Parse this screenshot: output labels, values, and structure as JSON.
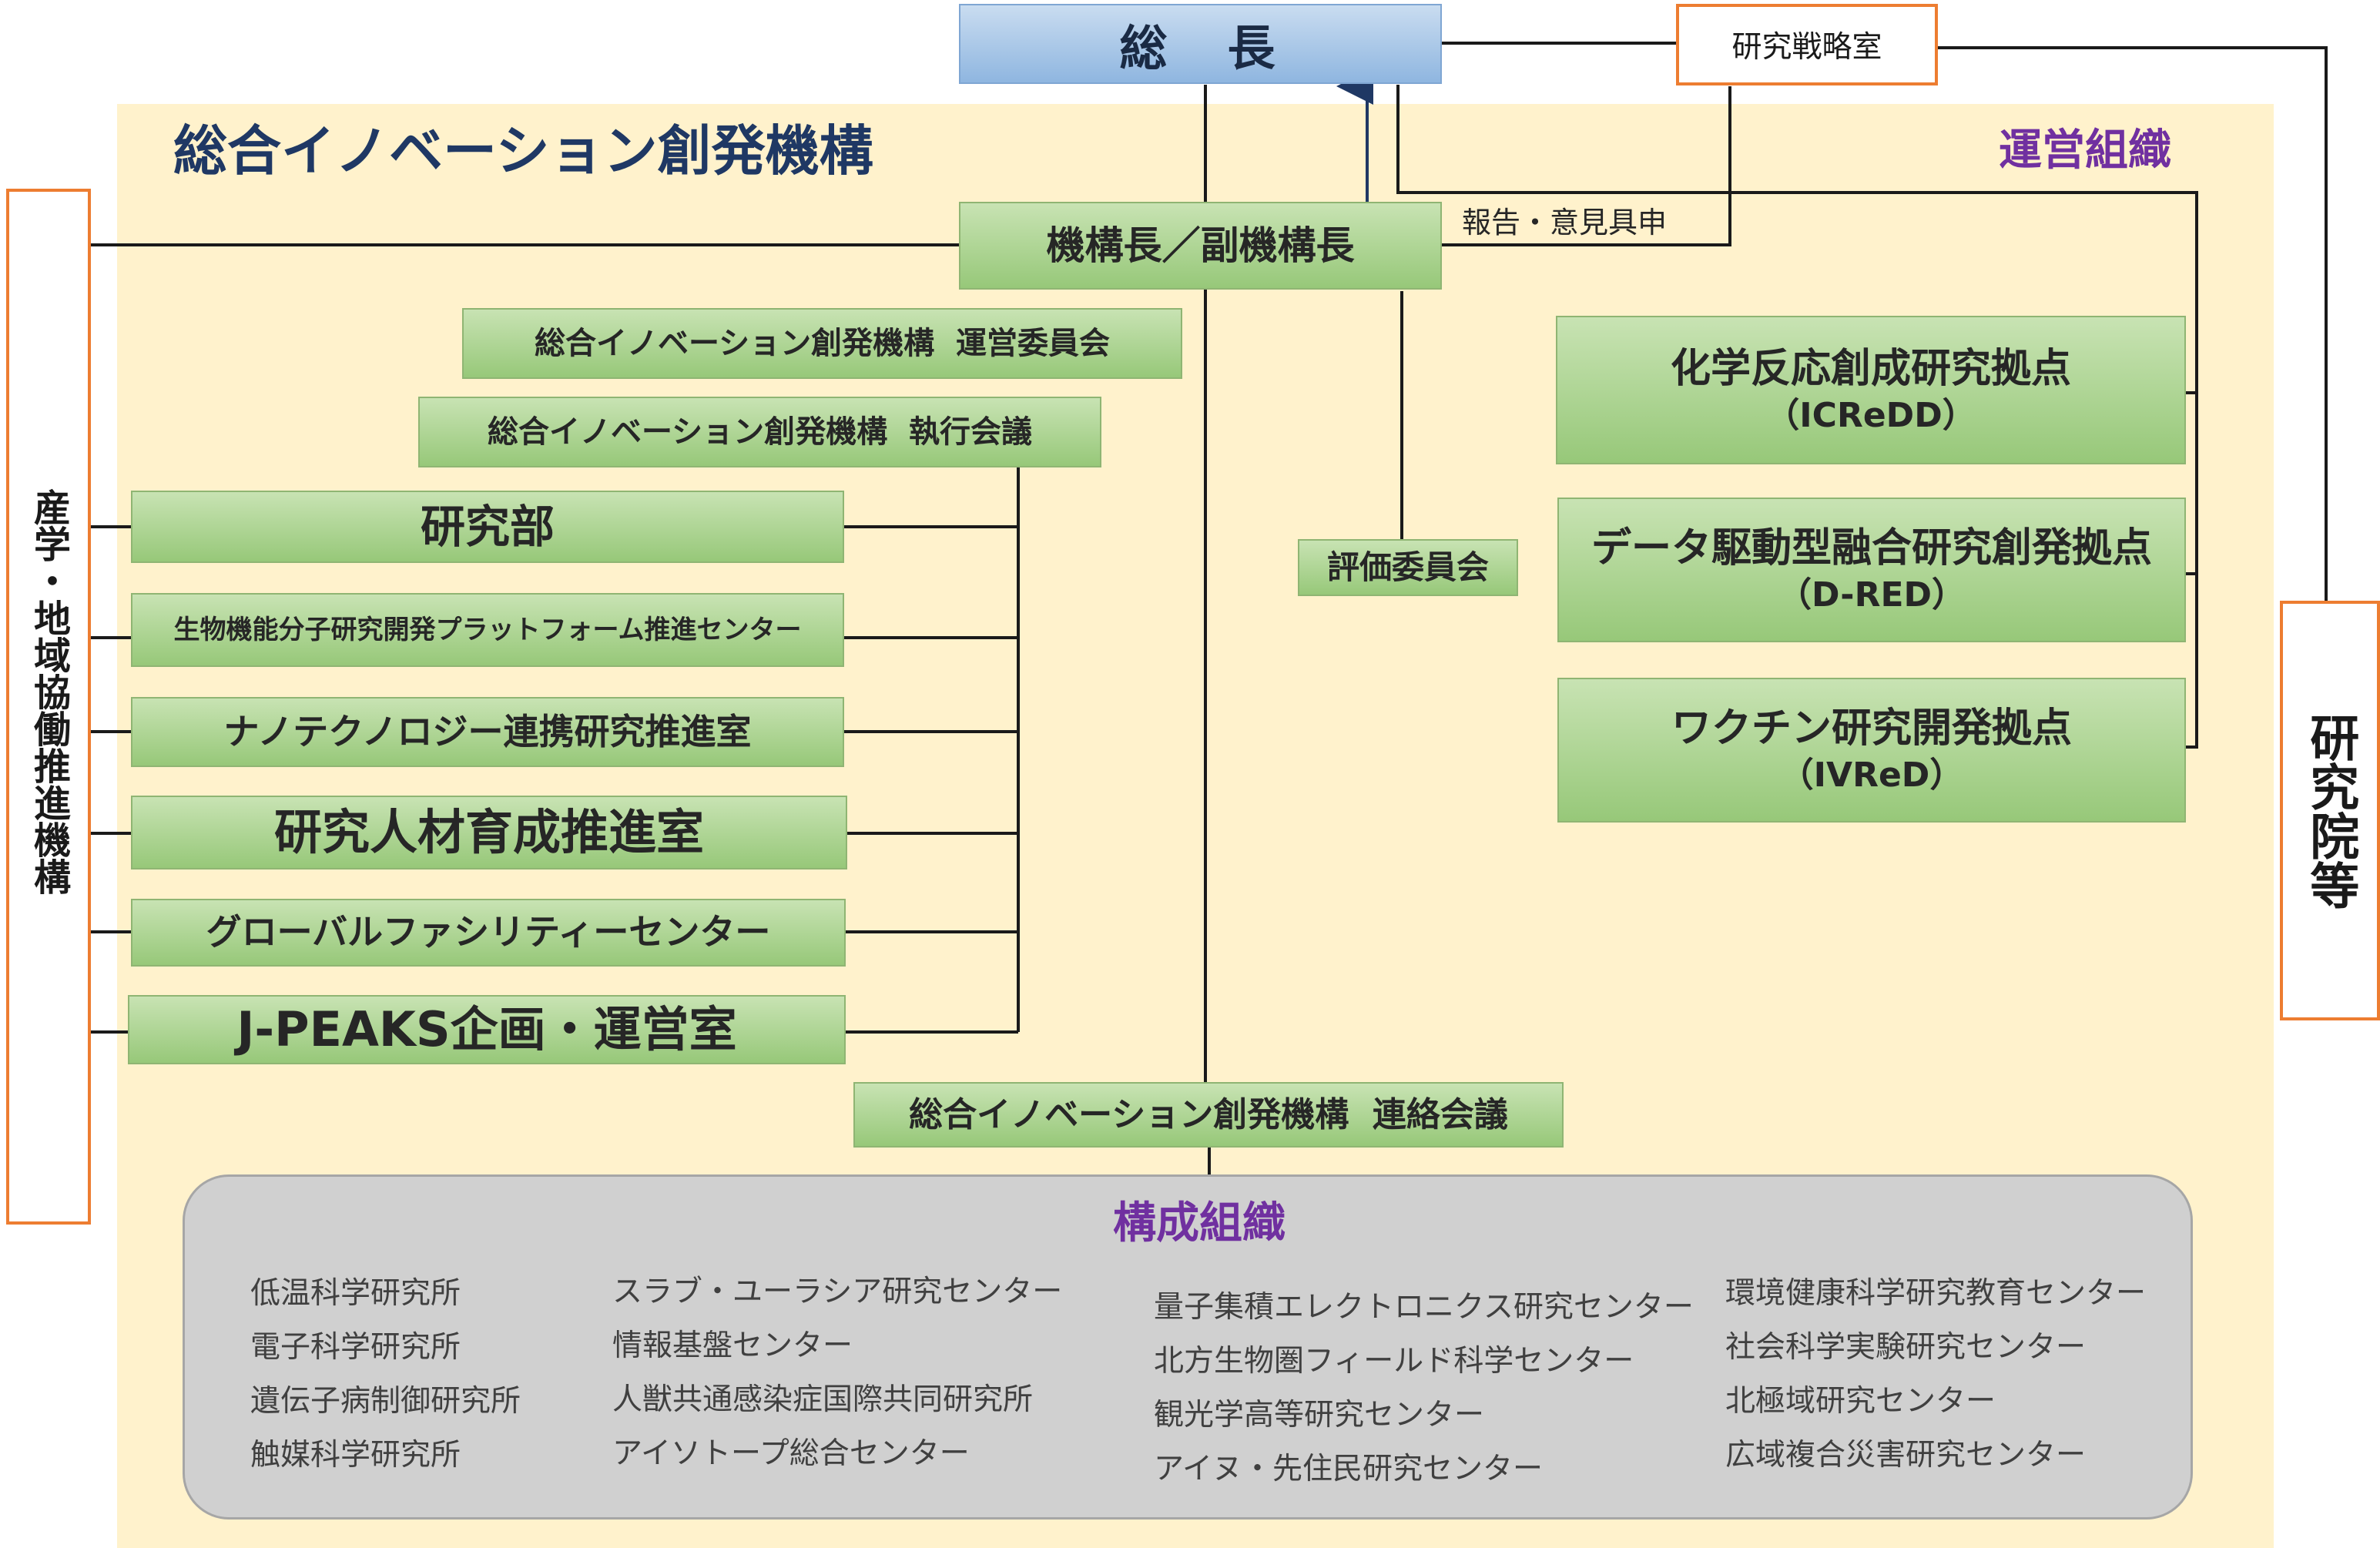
{
  "president": "総　長",
  "strategy_office": "研究戦略室",
  "organization_title": "総合イノベーション創発機構",
  "operating_label": "運営組織",
  "director": "機構長／副機構長",
  "report_note": "報告・意見具申",
  "management_committee": "総合イノベーション創発機構  運営委員会",
  "executive_council": "総合イノベーション創発機構  執行会議",
  "left_units": [
    "研究部",
    "生物機能分子研究開発プラットフォーム推進センター",
    "ナノテクノロジー連携研究推進室",
    "研究人材育成推進室",
    "グローバルファシリティーセンター",
    "J-PEAKS企画・運営室"
  ],
  "evaluation_committee": "評価委員会",
  "hubs": [
    {
      "name": "化学反応創成研究拠点",
      "abbr": "（ICReDD）"
    },
    {
      "name": "データ駆動型融合研究創発拠点",
      "abbr": "（D-RED）"
    },
    {
      "name": "ワクチン研究開発拠点",
      "abbr": "（IVReD）"
    }
  ],
  "industry_org": "産学・地域協働推進機構",
  "graduate_schools": "研究院等",
  "liaison_council": "総合イノベーション創発機構  連絡会議",
  "constituent_title": "構成組織",
  "constituents": [
    [
      "低温科学研究所",
      "電子科学研究所",
      "遺伝子病制御研究所",
      "触媒科学研究所"
    ],
    [
      "スラブ・ユーラシア研究センター",
      "情報基盤センター",
      "人獣共通感染症国際共同研究所",
      "アイソトープ総合センター"
    ],
    [
      "量子集積エレクトロニクス研究センター",
      "北方生物圏フィールド科学センター",
      "観光学高等研究センター",
      "アイヌ・先住民研究センター"
    ],
    [
      "環境健康科学研究教育センター",
      "社会科学実験研究センター",
      "北極域研究センター",
      "広域複合災害研究センター"
    ]
  ],
  "colors": {
    "region": "#fff2cc",
    "green_box": "#a9d18e",
    "blue_box": "#9dc3e6",
    "orange_border": "#ed7d31",
    "purple_text": "#7030a0",
    "title_navy": "#1f3864",
    "gray_box": "#d0d0d0"
  }
}
